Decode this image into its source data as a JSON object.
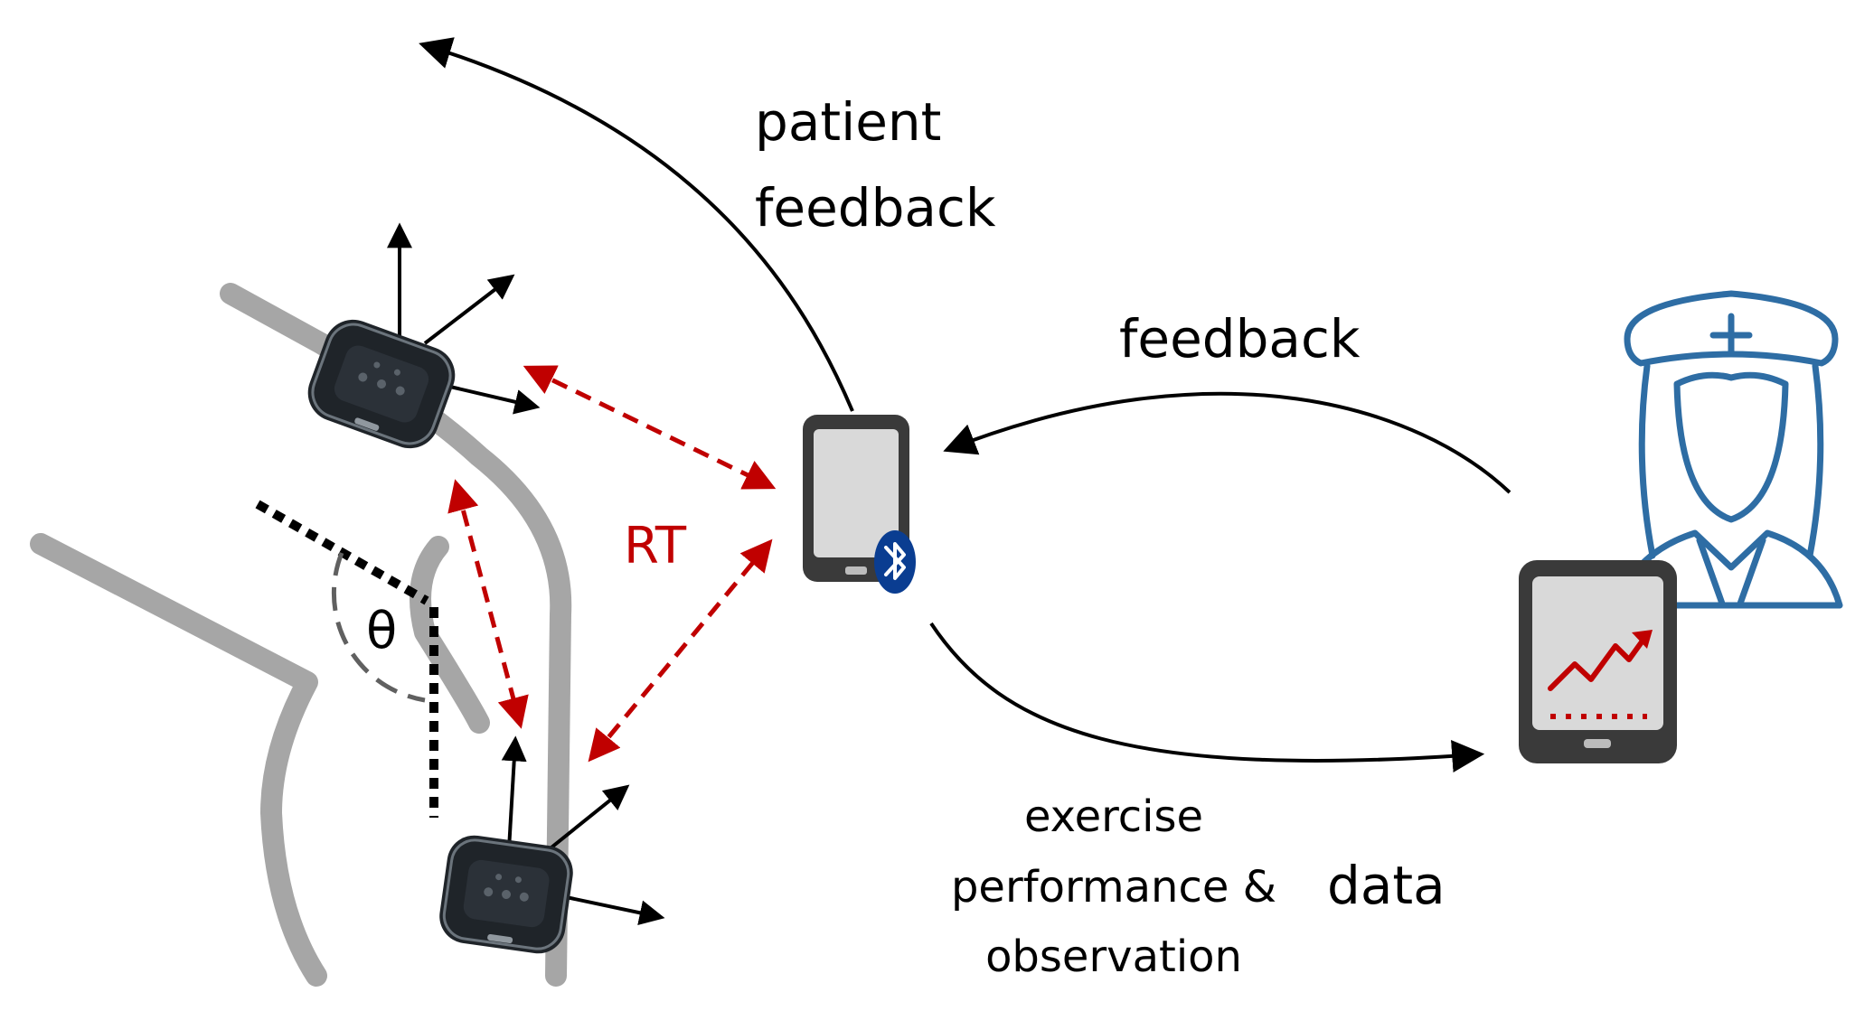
{
  "labels": {
    "patient_feedback_line1": "patient",
    "patient_feedback_line2": "feedback",
    "feedback": "feedback",
    "rt": "RT",
    "theta": "θ",
    "exercise_line1": "exercise",
    "exercise_line2": "performance &",
    "exercise_line3": "observation",
    "data": "data"
  },
  "colors": {
    "arm_gray": "#a6a6a6",
    "sensor_body": "#1f2429",
    "rt_red": "#c00000",
    "nurse_blue": "#2e6da4",
    "bluetooth_blue": "#0a3d91",
    "device_gray": "#3a3a3a",
    "screen_gray": "#d9d9d9"
  },
  "icons": {
    "sensor": "imu-sensor-icon",
    "phone": "smartphone-icon",
    "bluetooth": "bluetooth-icon",
    "tablet": "tablet-icon",
    "nurse": "nurse-icon"
  }
}
